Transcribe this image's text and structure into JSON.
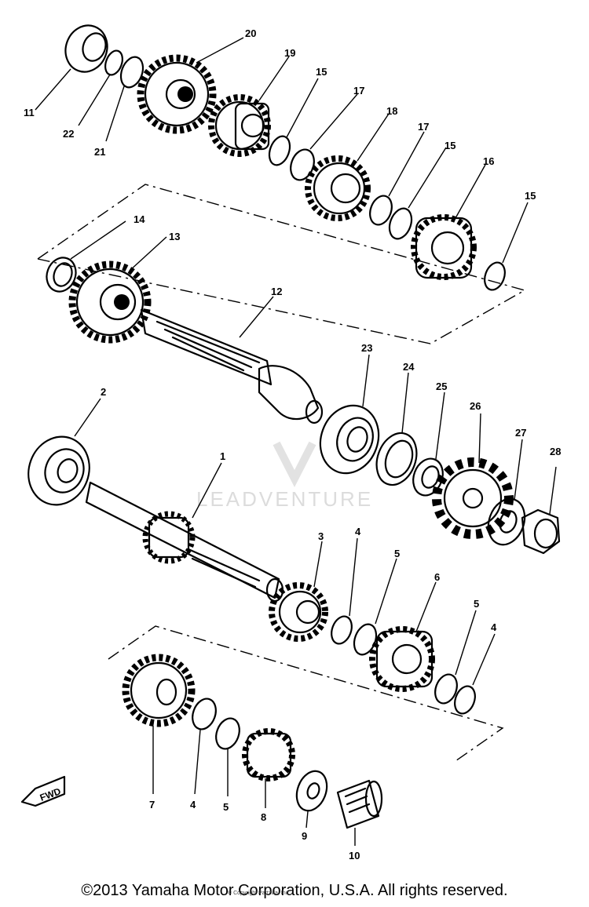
{
  "diagram": {
    "callouts": {
      "c1": "1",
      "c2": "2",
      "c3": "3",
      "c4a": "4",
      "c4b": "4",
      "c4c": "4",
      "c5a": "5",
      "c5b": "5",
      "c5c": "5",
      "c6": "6",
      "c7": "7",
      "c8": "8",
      "c9": "9",
      "c10": "10",
      "c11": "11",
      "c12": "12",
      "c13": "13",
      "c14": "14",
      "c15a": "15",
      "c15b": "15",
      "c15c": "15",
      "c16": "16",
      "c17a": "17",
      "c17b": "17",
      "c18": "18",
      "c19": "19",
      "c20": "20",
      "c21": "21",
      "c22": "22",
      "c23": "23",
      "c24": "24",
      "c25": "25",
      "c26": "26",
      "c27": "27",
      "c28": "28"
    },
    "fwd_label": "FWD"
  },
  "watermark": {
    "text": "LEADVENTURE"
  },
  "footer": {
    "copyright": "©2013 Yamaha Motor Corporation, U.S.A. All rights reserved.",
    "small_print": "© Copyright Partzilla, Inc."
  }
}
